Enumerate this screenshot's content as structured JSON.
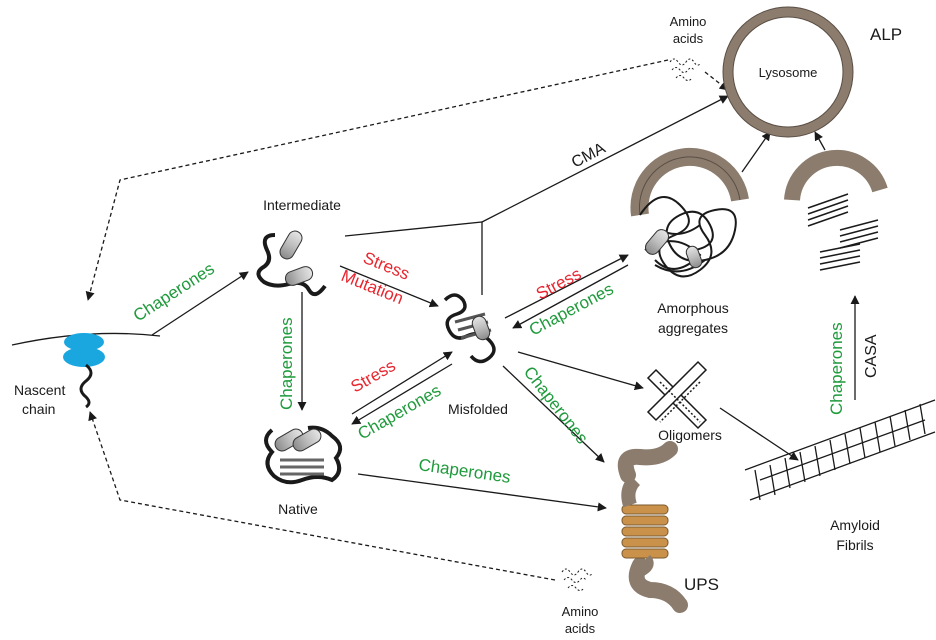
{
  "labels": {
    "amino_top_1": "Amino",
    "amino_top_2": "acids",
    "alp": "ALP",
    "lysosome": "Lysosome",
    "cma": "CMA",
    "intermediate": "Intermediate",
    "nascent_1": "Nascent",
    "nascent_2": "chain",
    "misfolded": "Misfolded",
    "native": "Native",
    "amorphous_1": "Amorphous",
    "amorphous_2": "aggregates",
    "oligomers": "Oligomers",
    "amyloid_1": "Amyloid",
    "amyloid_2": "Fibrils",
    "ups": "UPS",
    "amino_bottom_1": "Amino",
    "amino_bottom_2": "acids",
    "casa": "CASA"
  },
  "edge_labels": {
    "chaperones_nascent_intermediate": "Chaperones",
    "chaperones_intermediate_native": "Chaperones",
    "stress_intermediate_misfolded": "Stress",
    "mutation_intermediate_misfolded": "Mutation",
    "stress_native_misfolded": "Stress",
    "chaperones_misfolded_native": "Chaperones",
    "stress_misfolded_amorphous": "Stress",
    "chaperones_amorphous_misfolded": "Chaperones",
    "chaperones_misfolded_ups": "Chaperones",
    "chaperones_native_ups": "Chaperones",
    "chaperones_casa": "Chaperones"
  },
  "colors": {
    "chaperone_green": "#1f9a3c",
    "stress_red": "#e8262f",
    "ribosome_blue": "#1aa7e0",
    "lysosome_brown": "#8b7c6e",
    "proteasome_gold": "#c9914a"
  }
}
